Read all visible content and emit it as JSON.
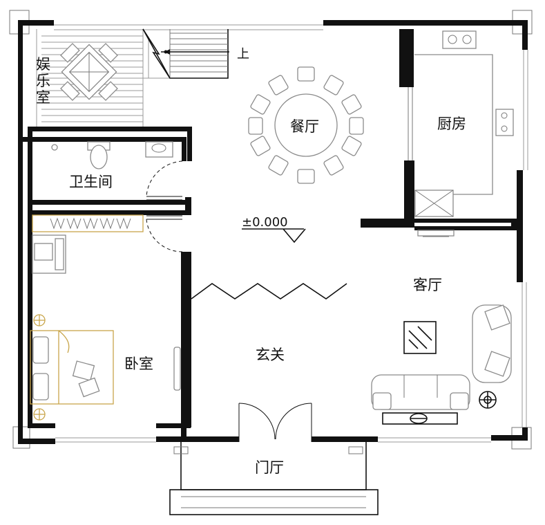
{
  "rooms": {
    "entertainment": "娱乐室",
    "dining": "餐厅",
    "kitchen": "厨房",
    "bathroom": "卫生间",
    "bedroom": "卧室",
    "foyer": "玄关",
    "living": "客厅",
    "porch": "门厅"
  },
  "stair_label": "上",
  "elevation": "±0.000",
  "colors": {
    "wall": "#111111",
    "furniture": "#8a8a8a",
    "bed_accent": "#c8a54a"
  }
}
